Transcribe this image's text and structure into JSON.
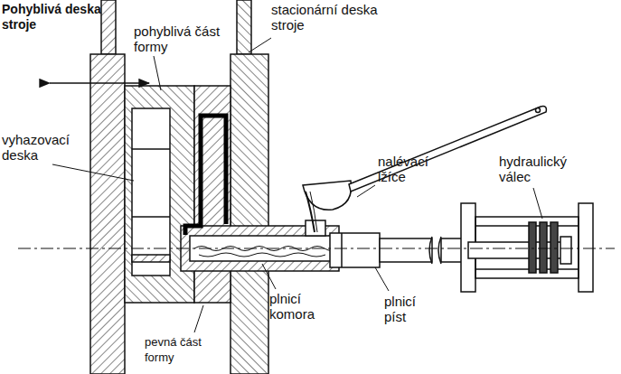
{
  "diagram": {
    "labels": [
      "Pohyblivá deska stroje",
      "pohyblivá část formy",
      "stacionární deska stroje",
      "vyhazovací deska",
      "nalévací lžíce",
      "hydraulický válec",
      "plnicí komora",
      "plnicí píst",
      "pevná část formy"
    ]
  }
}
